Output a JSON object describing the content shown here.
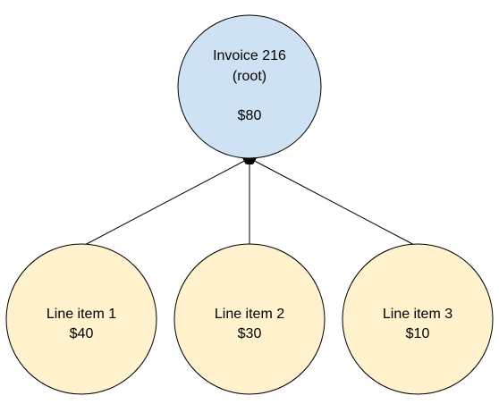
{
  "diagram": {
    "root": {
      "line1": "Invoice 216",
      "line2": "(root)",
      "amount": "$80",
      "fill": "#cfe2f3",
      "stroke": "#000000"
    },
    "children": [
      {
        "label": "Line item 1",
        "amount": "$40"
      },
      {
        "label": "Line item 2",
        "amount": "$30"
      },
      {
        "label": "Line item 3",
        "amount": "$10"
      }
    ],
    "child_fill": "#fff2cc",
    "child_stroke": "#000000",
    "edge_color": "#000000"
  }
}
